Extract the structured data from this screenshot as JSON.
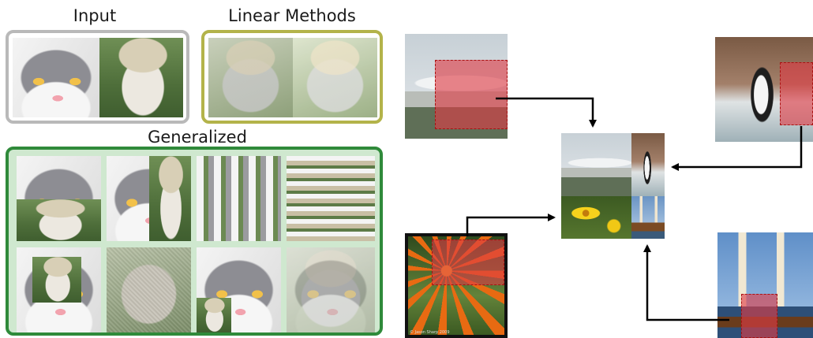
{
  "left": {
    "input_title": "Input",
    "linear_title": "Linear Methods",
    "generalized_title": "Generalized",
    "colors": {
      "input_border": "#b9b9b9",
      "linear_border": "#b3b34a",
      "generalized_border": "#2f8a3a",
      "generalized_fill": "#cfe8cf"
    }
  },
  "right": {
    "credit_text": "© Jason Sharp 2009",
    "mask_color": "#de3c46",
    "arrow_color": "#000000"
  }
}
